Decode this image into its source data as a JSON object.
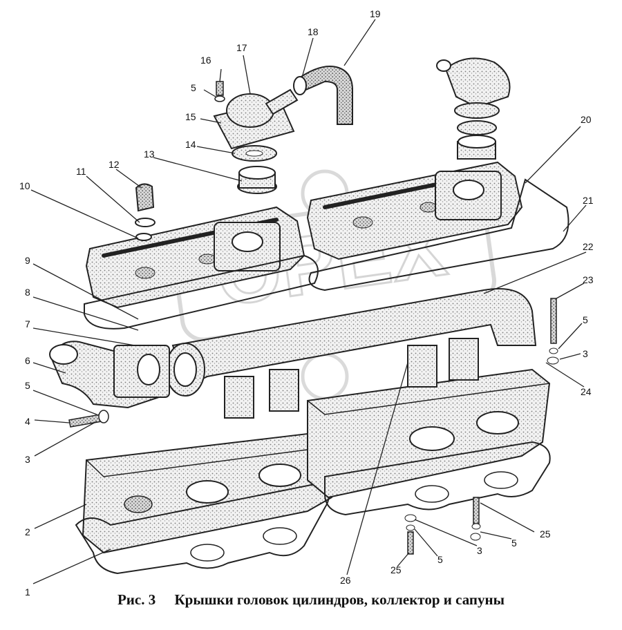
{
  "diagram": {
    "watermark": "OPEX",
    "callouts": [
      "1",
      "2",
      "3",
      "4",
      "5",
      "6",
      "7",
      "8",
      "9",
      "10",
      "11",
      "12",
      "13",
      "14",
      "15",
      "16",
      "17",
      "18",
      "19",
      "20",
      "21",
      "22",
      "23",
      "24",
      "25",
      "26"
    ],
    "extra_callouts": [
      "3",
      "5",
      "5",
      "5",
      "3",
      "25",
      "5",
      "25"
    ]
  },
  "caption": {
    "figure": "Рис. 3",
    "text": "Крышки головок цилиндров, коллектор и сапуны"
  }
}
